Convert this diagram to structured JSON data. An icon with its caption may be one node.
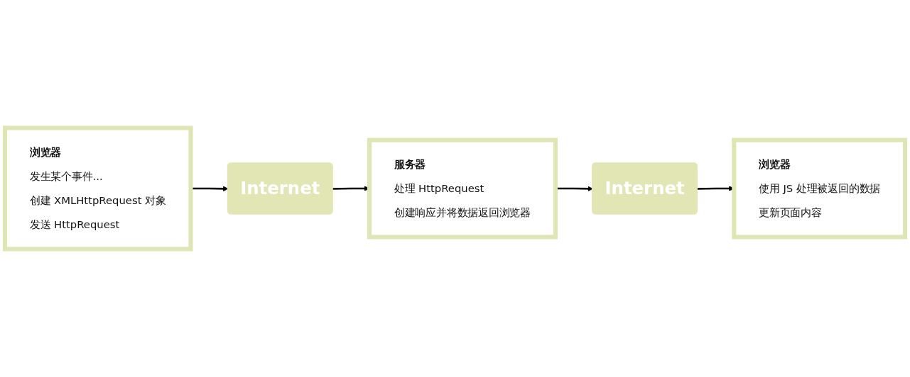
{
  "diagram": {
    "nodes": [
      {
        "text": [
          "浏览器",
          "发生某个事件...",
          "创建 XMLHttpRequest 对象",
          "发送 HttpRequest"
        ]
      },
      {
        "text": [
          "Internet"
        ]
      },
      {
        "text": [
          "服务器",
          "处理 HttpRequest",
          "创建响应并将数据返回浏览器"
        ]
      },
      {
        "text": [
          "Internet"
        ]
      },
      {
        "text": [
          "浏览器",
          "使用 JS 处理被返回的数据",
          "更新页面内容"
        ]
      }
    ],
    "edges": [
      {
        "from": 0,
        "to": 1,
        "arrow": "to"
      },
      {
        "from": 1,
        "to": 2,
        "arrow": "to"
      },
      {
        "from": 2,
        "to": 3,
        "arrow": "to"
      },
      {
        "from": 3,
        "to": 4,
        "arrow": "to"
      }
    ]
  }
}
